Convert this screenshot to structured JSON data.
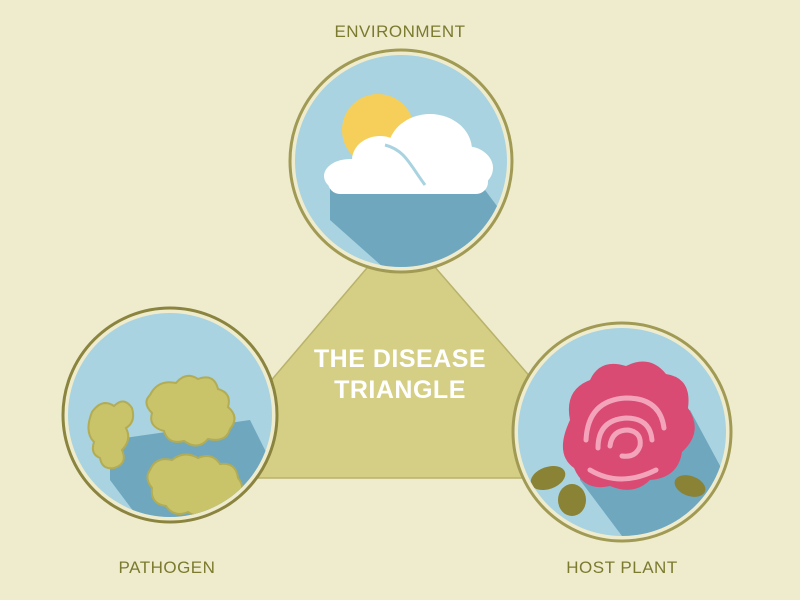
{
  "diagram": {
    "title_line1": "THE DISEASE",
    "title_line2": "TRIANGLE",
    "nodes": {
      "environment": "ENVIRONMENT",
      "pathogen": "PATHOGEN",
      "host_plant": "HOST PLANT"
    }
  },
  "colors": {
    "background": "#efecce",
    "triangle": "#d5cf85",
    "circle_fill": "#a9d3e0",
    "circle_ring": "#a19a54",
    "label": "#7b7a2e"
  },
  "icons": [
    "sun-cloud-icon",
    "pathogen-cells-icon",
    "rose-icon"
  ]
}
